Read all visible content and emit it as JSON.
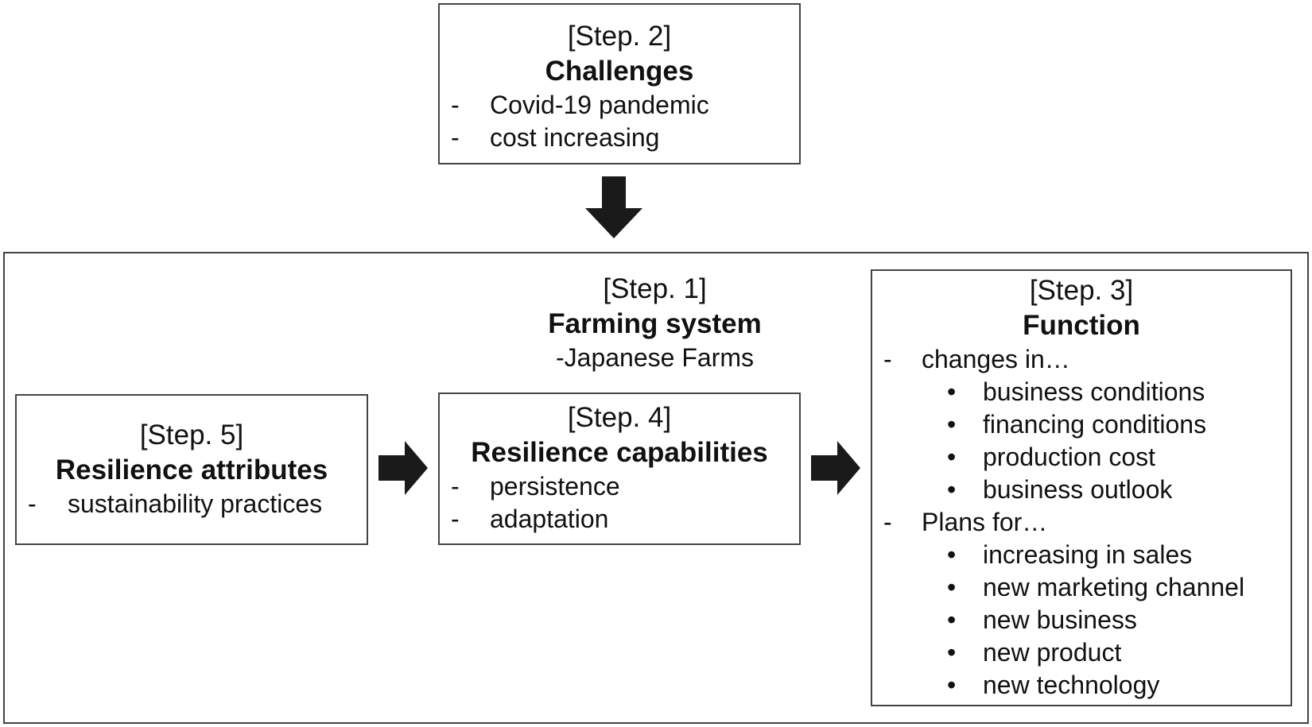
{
  "step2": {
    "step": "[Step. 2]",
    "title": "Challenges",
    "items": [
      "Covid-19 pandemic",
      "cost increasing"
    ]
  },
  "step1": {
    "step": "[Step. 1]",
    "title": "Farming system",
    "subtitle": "-Japanese Farms"
  },
  "step5": {
    "step": "[Step. 5]",
    "title": "Resilience attributes",
    "items": [
      "sustainability practices"
    ]
  },
  "step4": {
    "step": "[Step. 4]",
    "title": "Resilience capabilities",
    "items": [
      "persistence",
      "adaptation"
    ]
  },
  "step3": {
    "step": "[Step. 3]",
    "title": "Function",
    "groups": [
      {
        "heading": "changes in…",
        "items": [
          "business conditions",
          "financing conditions",
          "production cost",
          "business outlook"
        ]
      },
      {
        "heading": "Plans for…",
        "items": [
          "increasing in sales",
          "new marketing channel",
          "new business",
          "new product",
          "new technology"
        ]
      }
    ]
  },
  "markers": {
    "dash": "-",
    "bullet": "•"
  },
  "colors": {
    "border": "#444444",
    "arrow": "#1a1a1a",
    "text": "#111111"
  }
}
